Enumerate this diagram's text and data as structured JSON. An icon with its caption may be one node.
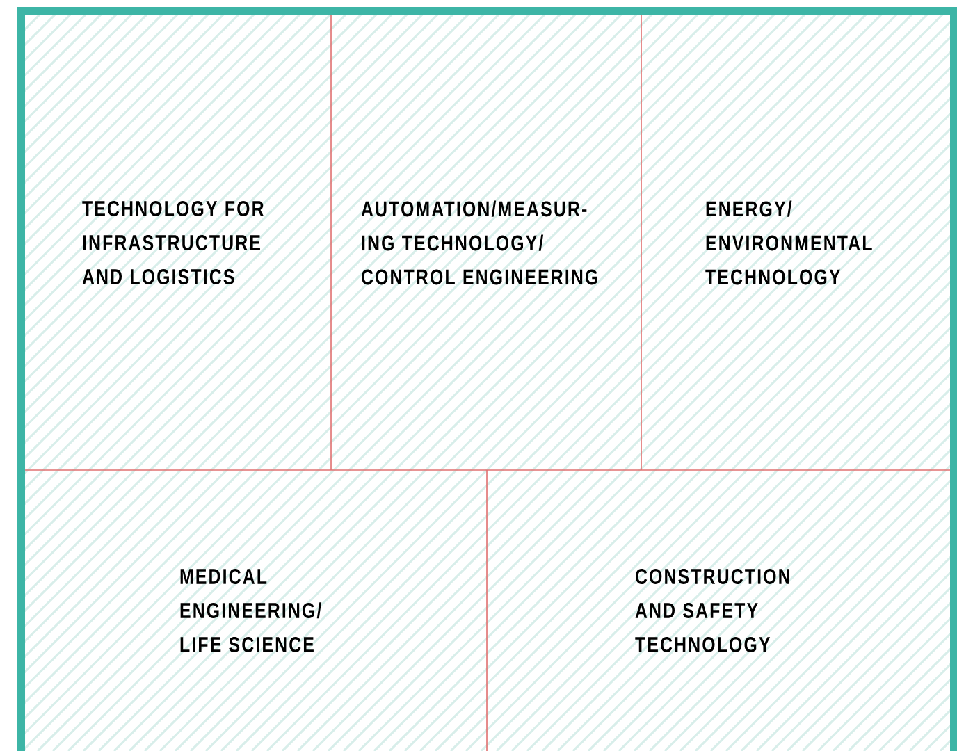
{
  "diagram": {
    "nodes": [
      {
        "text": [
          "TECHNOLOGY FOR INFRASTRUCTURE AND LOGISTICS"
        ]
      },
      {
        "text": [
          "AUTOMATION/MEASUR- ING TECHNOLOGY/ CONTROL ENGINEERING"
        ]
      },
      {
        "text": [
          "ENERGY/ ENVIRONMENTAL TECHNOLOGY"
        ]
      },
      {
        "text": [
          "MEDICAL ENGINEERING/ LIFE SCIENCE"
        ]
      },
      {
        "text": [
          "CONSTRUCTION AND SAFETY TECHNOLOGY"
        ]
      }
    ]
  }
}
